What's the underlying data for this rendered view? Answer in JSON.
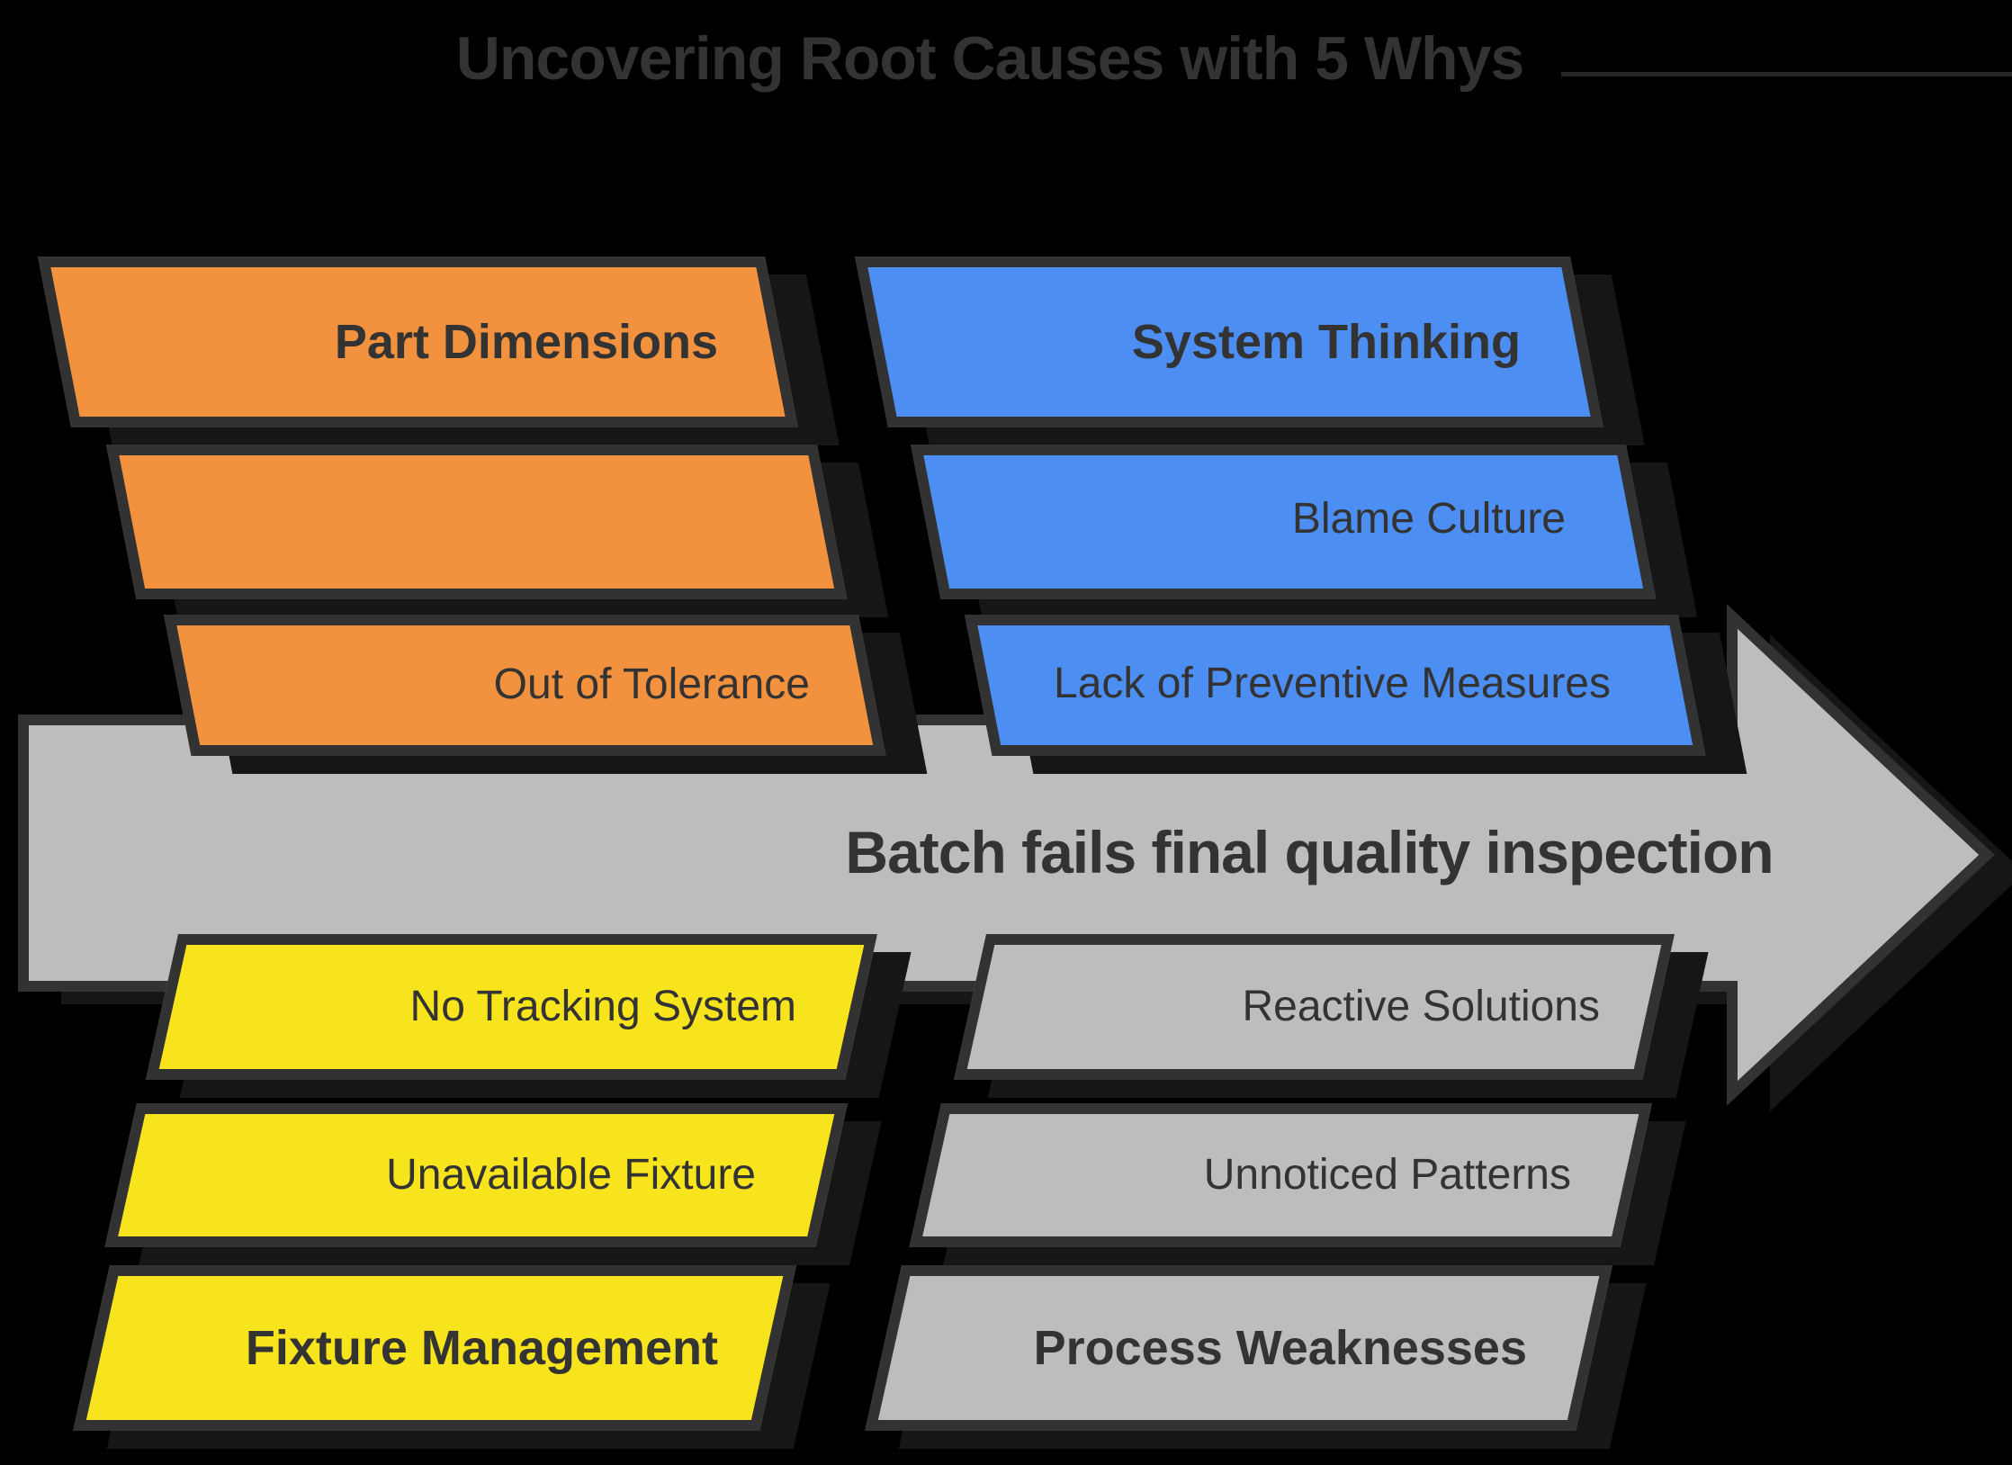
{
  "title": "Uncovering Root Causes with 5 Whys",
  "arrow": {
    "label": "Batch fails final quality inspection"
  },
  "branches": {
    "part_dimensions": {
      "header": "Part Dimensions",
      "items": [
        "",
        "Out of Tolerance"
      ]
    },
    "system_thinking": {
      "header": "System Thinking",
      "items": [
        "Blame Culture",
        "Lack of Preventive Measures"
      ]
    },
    "fixture_management": {
      "header": "Fixture Management",
      "items": [
        "No Tracking System",
        "Unavailable Fixture"
      ]
    },
    "process_weaknesses": {
      "header": "Process Weaknesses",
      "items": [
        "Reactive Solutions",
        "Unnoticed Patterns"
      ]
    }
  },
  "colors": {
    "background": "#000000",
    "outline": "#323232",
    "text": "#333333",
    "orange": "#F2923E",
    "blue": "#4C8EF2",
    "yellow": "#F8E41D",
    "gray": "#BDBDBD",
    "arrow_gray": "#BDBDBD",
    "shadow": "#161616"
  }
}
